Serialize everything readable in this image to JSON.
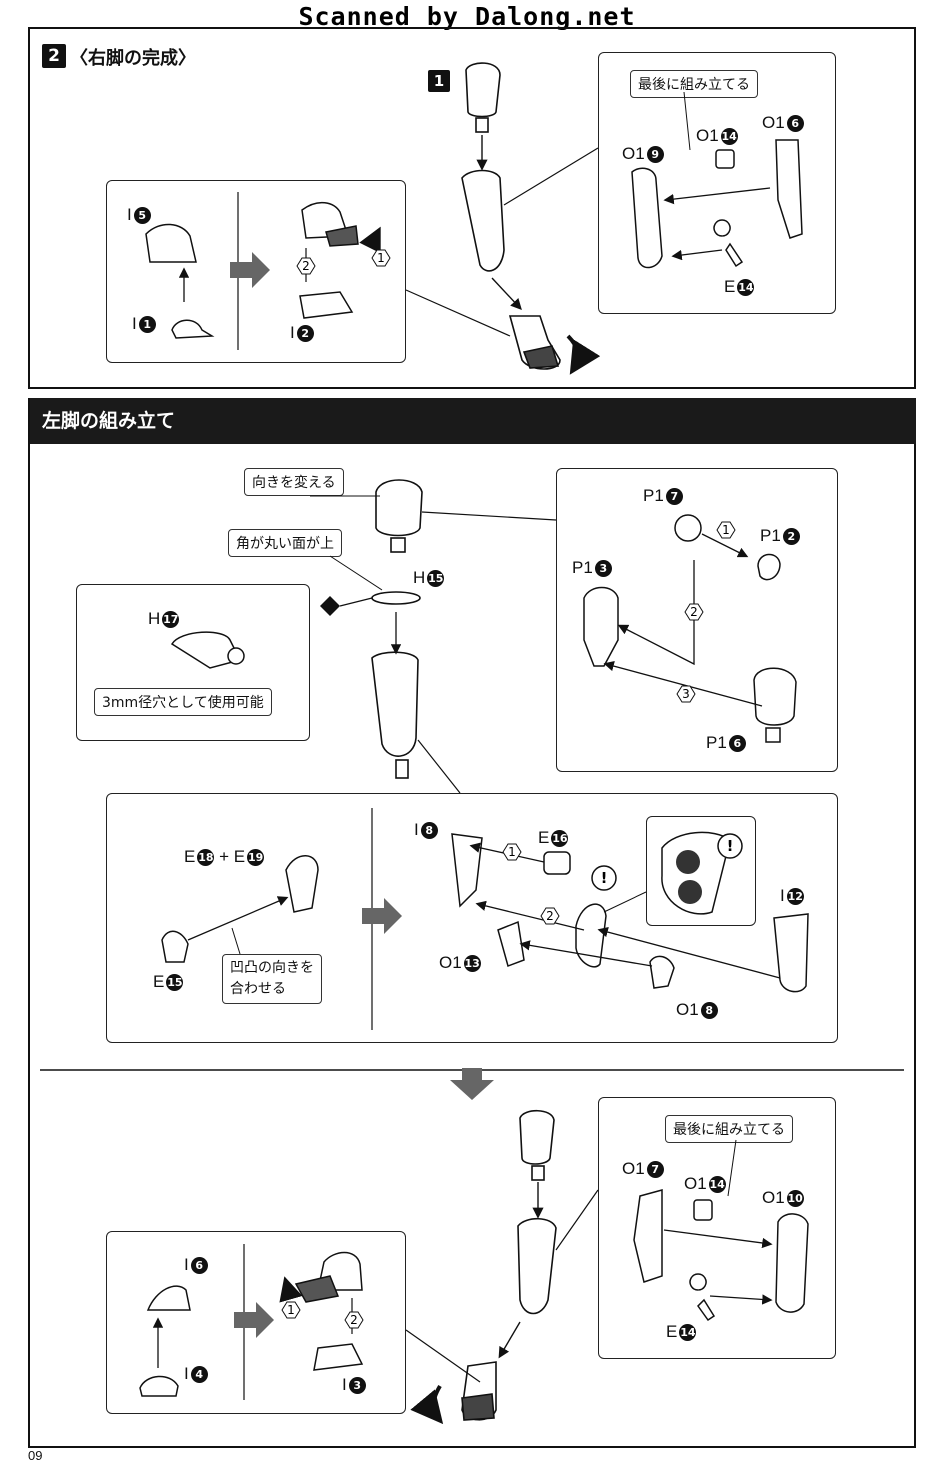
{
  "header": {
    "scan_credit": "Scanned by Dalong.net"
  },
  "step2": {
    "number": "2",
    "title": "〈右脚の完成〉",
    "substep_badge": "1",
    "note_final": "最後に組み立てる",
    "parts": {
      "o1_9": "O1",
      "o1_9_num": "9",
      "o1_14": "O1",
      "o1_14_num": "14",
      "o1_6": "O1",
      "o1_6_num": "6",
      "e_14": "E",
      "e_14_num": "14",
      "i_5": "I",
      "i_5_num": "5",
      "i_1": "I",
      "i_1_num": "1",
      "i_2": "I",
      "i_2_num": "2"
    },
    "order_marks": [
      "1",
      "2"
    ]
  },
  "left_leg": {
    "title": "左脚の組み立て",
    "note_turn": "向きを変える",
    "note_round_up": "角が丸い面が上",
    "note_3mm": "3mm径穴として使用可能",
    "note_align": "凹凸の向きを\n合わせる",
    "note_final": "最後に組み立てる",
    "parts": {
      "h_15": "H",
      "h_15_num": "15",
      "h_17": "H",
      "h_17_num": "17",
      "p1_7": "P1",
      "p1_7_num": "7",
      "p1_2": "P1",
      "p1_2_num": "2",
      "p1_3": "P1",
      "p1_3_num": "3",
      "p1_6": "P1",
      "p1_6_num": "6",
      "e_18": "E",
      "e_18_num": "18",
      "plus": "+",
      "e_19": "E",
      "e_19_num": "19",
      "e_15": "E",
      "e_15_num": "15",
      "i_8": "I",
      "i_8_num": "8",
      "e_16": "E",
      "e_16_num": "16",
      "i_12": "I",
      "i_12_num": "12",
      "o1_13": "O1",
      "o1_13_num": "13",
      "o1_8": "O1",
      "o1_8_num": "8",
      "o1_7": "O1",
      "o1_7_num": "7",
      "o1_14": "O1",
      "o1_14_num": "14",
      "o1_10": "O1",
      "o1_10_num": "10",
      "e_14": "E",
      "e_14_num": "14",
      "i_6": "I",
      "i_6_num": "6",
      "i_4": "I",
      "i_4_num": "4",
      "i_3": "I",
      "i_3_num": "3"
    },
    "order_marks": [
      "1",
      "2",
      "3"
    ],
    "caution_mark": "!"
  },
  "footer": {
    "page_number": "09"
  }
}
